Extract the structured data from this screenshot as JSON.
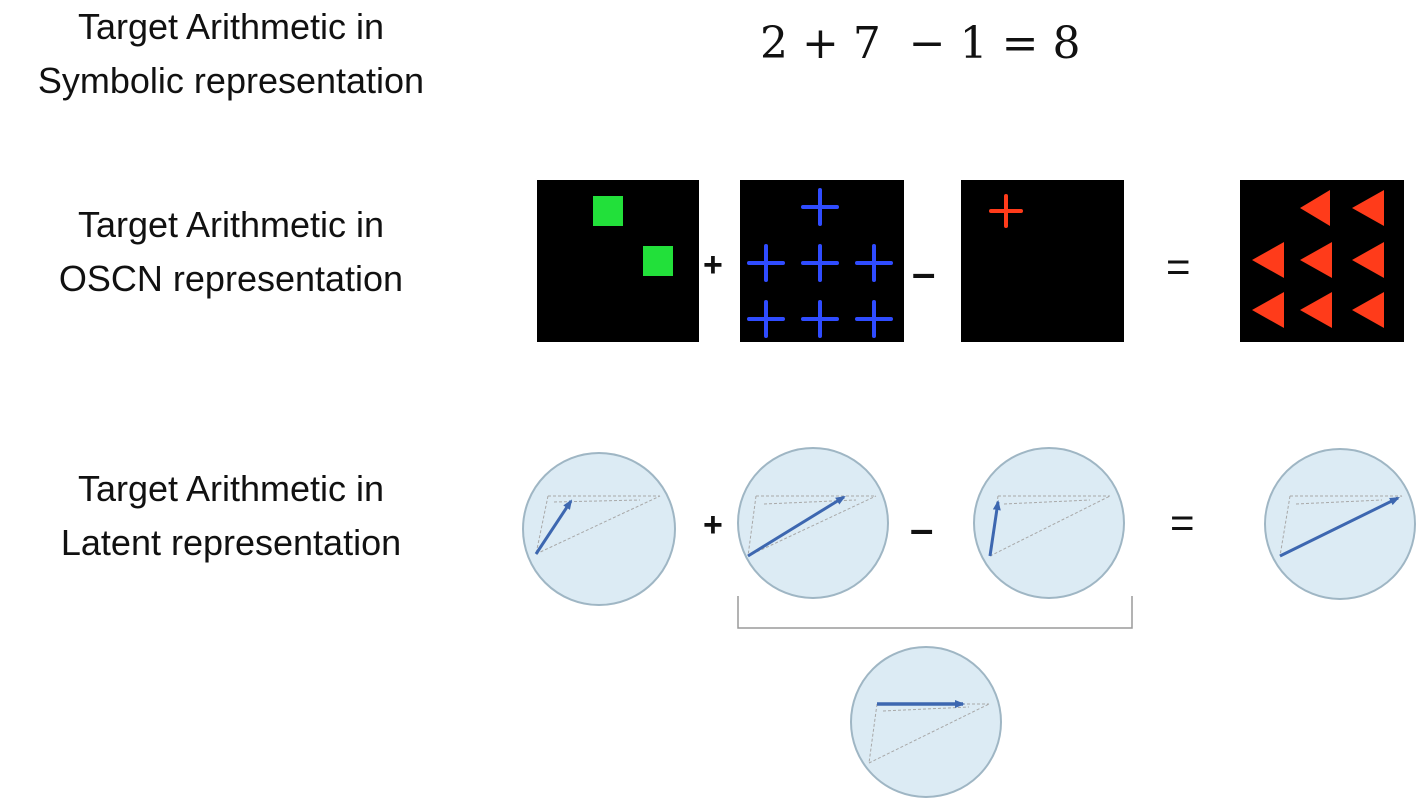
{
  "rows": {
    "symbolic": {
      "label_line1": "Target Arithmetic in",
      "label_line2": "Symbolic representation",
      "equation": "2 + 7  − 1 = 8"
    },
    "oscn": {
      "label_line1": "Target Arithmetic in",
      "label_line2": "OSCN representation",
      "op_plus": "+",
      "op_minus": "–",
      "op_equals": "="
    },
    "latent": {
      "label_line1": "Target Arithmetic in",
      "label_line2": "Latent representation",
      "op_plus": "+",
      "op_minus": "–",
      "op_equals": "="
    }
  },
  "panels": {
    "two": {
      "count": 2,
      "shape": "square",
      "color": "#22e03a"
    },
    "seven": {
      "count": 7,
      "shape": "plus",
      "color": "#2f4cff"
    },
    "one": {
      "count": 1,
      "shape": "plus",
      "color": "#ff3b1a"
    },
    "eight": {
      "count": 8,
      "shape": "triangle",
      "color": "#ff3b1a"
    }
  },
  "colors": {
    "latent_circle_fill": "#dcebf4",
    "latent_circle_stroke": "#9fb6c4",
    "vector": "#3d67b0",
    "guide_line": "#a8a8a8"
  }
}
